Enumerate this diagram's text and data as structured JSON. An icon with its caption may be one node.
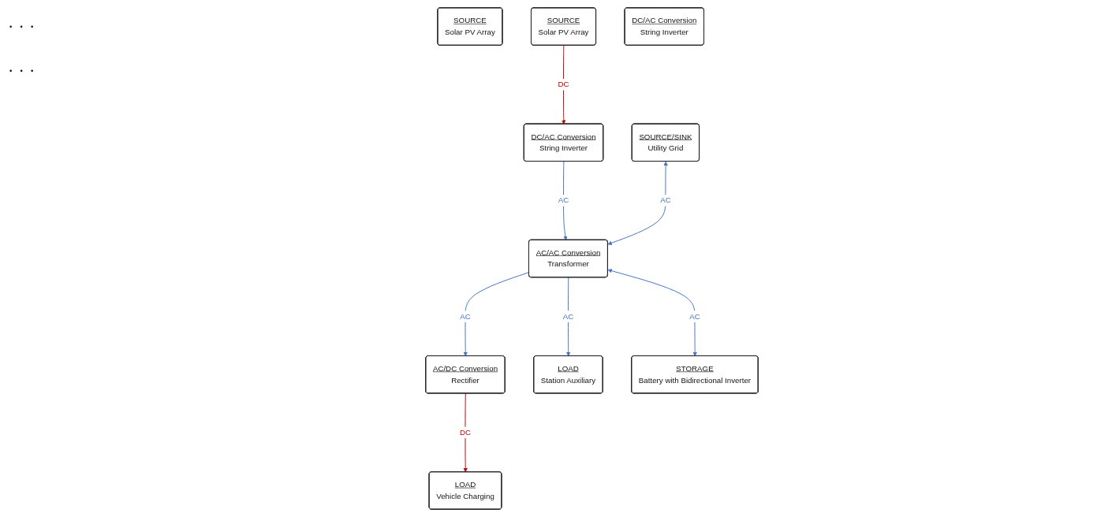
{
  "diagram": {
    "nodes": [
      {
        "text": [
          "SOURCE",
          "Solar PV Array"
        ]
      },
      {
        "text": [
          "SOURCE",
          "Solar PV Array"
        ]
      },
      {
        "text": [
          "DC/AC Conversion",
          "String Inverter"
        ]
      },
      {
        "text": [
          "DC/AC Conversion",
          "String Inverter"
        ]
      },
      {
        "text": [
          "SOURCE/SINK",
          "Utility Grid"
        ]
      },
      {
        "text": [
          "AC/AC Conversion",
          "Transformer"
        ]
      },
      {
        "text": [
          "AC/DC Conversion",
          "Rectifier"
        ]
      },
      {
        "text": [
          "LOAD",
          "Vehicle Charging"
        ]
      },
      {
        "text": [
          "LOAD",
          "Station Auxiliary"
        ]
      },
      {
        "text": [
          "STORAGE",
          "Battery with Bidirectional Inverter"
        ]
      }
    ],
    "edges": [
      {
        "from": 1,
        "to": 3,
        "arrow": "to",
        "label": "DC",
        "color": "#c00000"
      },
      {
        "from": 3,
        "to": 5,
        "arrow": "to",
        "label": "AC"
      },
      {
        "from": 4,
        "to": 5,
        "arrow": "both",
        "label": "AC"
      },
      {
        "from": 5,
        "to": 6,
        "arrow": "to",
        "label": "AC"
      },
      {
        "from": 6,
        "to": 7,
        "arrow": "to",
        "label": "DC",
        "color": "#c00000"
      },
      {
        "from": 5,
        "to": 8,
        "arrow": "to",
        "label": "AC"
      },
      {
        "from": 5,
        "to": 9,
        "arrow": "both",
        "label": "AC"
      }
    ],
    "labels": [
      "· · ·",
      "· · ·"
    ]
  }
}
